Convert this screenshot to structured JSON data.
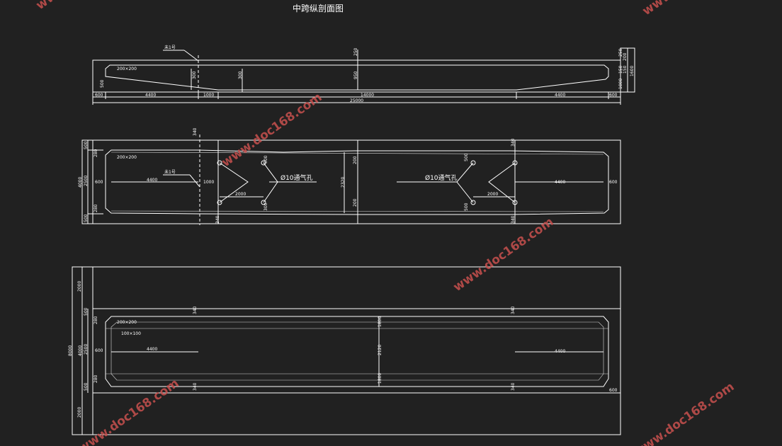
{
  "title": "中跨纵剖面图",
  "watermark": "www.doc168.com",
  "vent_label": "Ø10通气孔",
  "anchor_label": "未1号",
  "chamfer_200": "200×200",
  "chamfer_100": "100×100",
  "colors": {
    "background": "#212121",
    "lines": "#ffffff",
    "watermark": "#c8504e"
  },
  "top": {
    "dims": [
      "600",
      "4400",
      "1000",
      "14000",
      "4400",
      "600",
      "25000"
    ],
    "vdims": [
      "500",
      "300",
      "300",
      "950",
      "250",
      "250",
      "200",
      "150",
      "150",
      "1000",
      "1600"
    ]
  },
  "mid": {
    "dims": [
      "500",
      "280",
      "2500",
      "280",
      "500",
      "4000",
      "600",
      "4400",
      "1000",
      "2000",
      "500",
      "300",
      "200",
      "2320",
      "200",
      "500",
      "500",
      "2000",
      "4400",
      "600",
      "340",
      "340",
      "340",
      "340",
      "340",
      "340"
    ]
  },
  "bot": {
    "dims": [
      "2000",
      "500",
      "280",
      "2500",
      "280",
      "500",
      "2000",
      "4000",
      "8000",
      "600",
      "4400",
      "1800",
      "2120",
      "1800",
      "4400",
      "600",
      "340",
      "340",
      "340",
      "340"
    ]
  }
}
